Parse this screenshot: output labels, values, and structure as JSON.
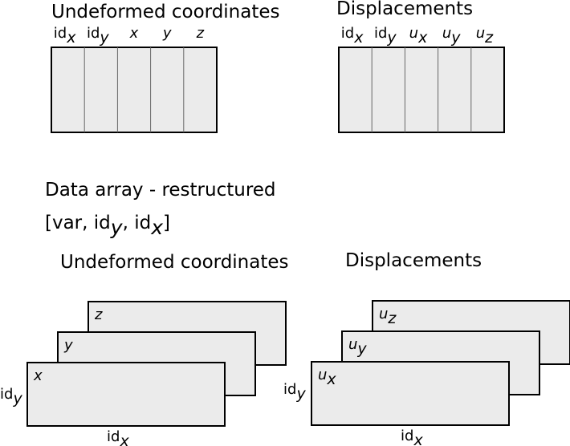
{
  "colors": {
    "fill": "#ebebeb",
    "stroke": "#000000",
    "divider": "#666666"
  },
  "top_tables": [
    {
      "title": "Undeformed coordinates",
      "columns": [
        {
          "base": "id",
          "sub": "x",
          "italic": false
        },
        {
          "base": "id",
          "sub": "y",
          "italic": false
        },
        {
          "base": "x",
          "sub": "",
          "italic": true
        },
        {
          "base": "y",
          "sub": "",
          "italic": true
        },
        {
          "base": "z",
          "sub": "",
          "italic": true
        }
      ]
    },
    {
      "title": "Displacements",
      "columns": [
        {
          "base": "id",
          "sub": "x",
          "italic": false
        },
        {
          "base": "id",
          "sub": "y",
          "italic": false
        },
        {
          "base": "u",
          "sub": "x",
          "italic": true
        },
        {
          "base": "u",
          "sub": "y",
          "italic": true
        },
        {
          "base": "u",
          "sub": "z",
          "italic": true
        }
      ]
    }
  ],
  "restructured": {
    "heading": "Data array - restructured",
    "shape": {
      "prefix": "[var, ",
      "id1_base": "id",
      "id1_sub": "y",
      "sep": ", ",
      "id2_base": "id",
      "id2_sub": "x",
      "suffix": "]"
    }
  },
  "stacks": [
    {
      "title": "Undeformed coordinates",
      "layers": [
        {
          "base": "z",
          "sub": ""
        },
        {
          "base": "y",
          "sub": ""
        },
        {
          "base": "x",
          "sub": ""
        }
      ],
      "row_axis": {
        "base": "id",
        "sub": "y"
      },
      "col_axis": {
        "base": "id",
        "sub": "x"
      }
    },
    {
      "title": "Displacements",
      "layers": [
        {
          "base": "u",
          "sub": "z"
        },
        {
          "base": "u",
          "sub": "y"
        },
        {
          "base": "u",
          "sub": "x"
        }
      ],
      "row_axis": {
        "base": "id",
        "sub": "y"
      },
      "col_axis": {
        "base": "id",
        "sub": "x"
      }
    }
  ]
}
